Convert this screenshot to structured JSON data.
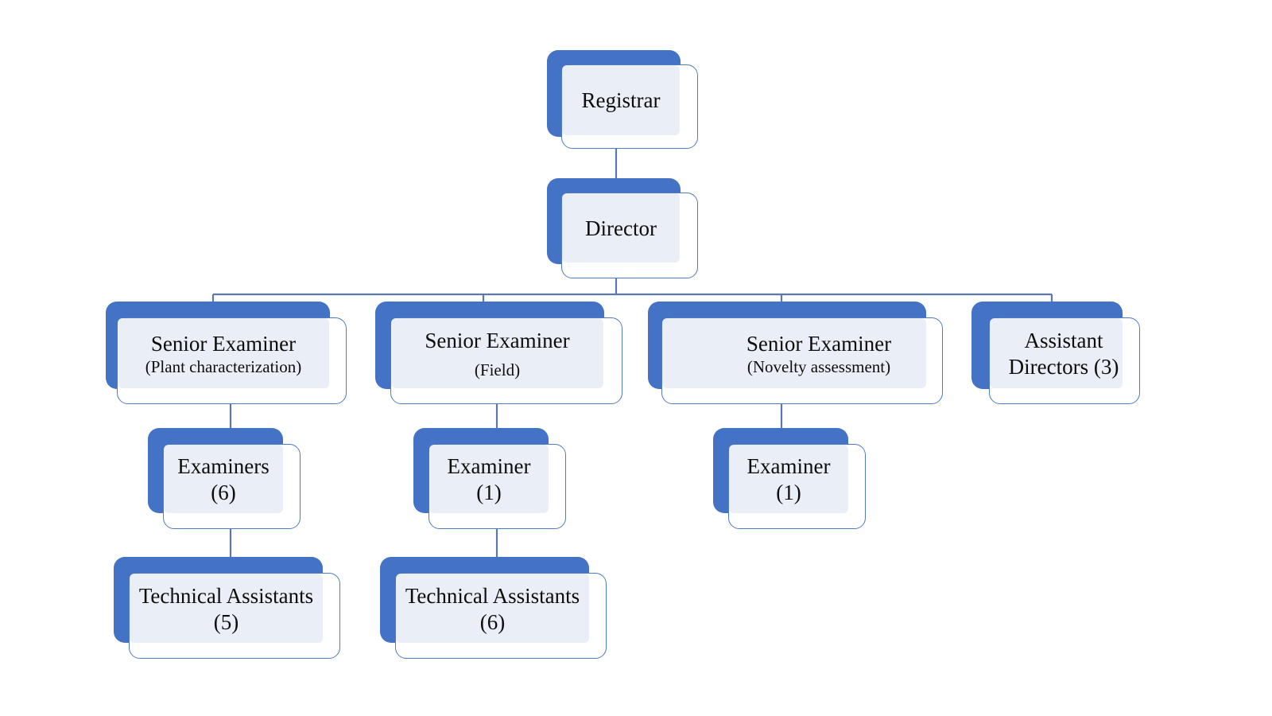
{
  "chart_data": {
    "type": "diagram",
    "diagram_kind": "organization-chart",
    "title": "",
    "colors": {
      "shadow_blue": "#4472C4",
      "box_fill": "#EAEFF7",
      "box_outline": "#4F7AC7",
      "connector": "#5B79A8",
      "text": "#0D0D0D",
      "background": "#FFFFFF"
    },
    "levels": [
      {
        "level": 1,
        "nodes": [
          "Registrar"
        ]
      },
      {
        "level": 2,
        "nodes": [
          "Director"
        ]
      },
      {
        "level": 3,
        "nodes": [
          "Senior Examiner (Plant characterization)",
          "Senior Examiner (Field)",
          "Senior Examiner (Novelty assessment)",
          "Assistant Directors (3)"
        ]
      },
      {
        "level": 4,
        "nodes": [
          "Examiners (6)",
          "Examiner (1)",
          "Examiner (1)"
        ]
      },
      {
        "level": 5,
        "nodes": [
          "Technical Assistants (5)",
          "Technical Assistants (6)"
        ]
      }
    ],
    "edges": [
      {
        "from": "Registrar",
        "to": "Director"
      },
      {
        "from": "Director",
        "to": "Senior Examiner (Plant characterization)"
      },
      {
        "from": "Director",
        "to": "Senior Examiner (Field)"
      },
      {
        "from": "Director",
        "to": "Senior Examiner (Novelty assessment)"
      },
      {
        "from": "Director",
        "to": "Assistant Directors (3)"
      },
      {
        "from": "Senior Examiner (Plant characterization)",
        "to": "Examiners (6)"
      },
      {
        "from": "Senior Examiner (Field)",
        "to": "Examiner (1)"
      },
      {
        "from": "Senior Examiner (Novelty assessment)",
        "to": "Examiner (1)"
      },
      {
        "from": "Examiners (6)",
        "to": "Technical Assistants (5)"
      },
      {
        "from": "Examiner (1)",
        "to": "Technical Assistants (6)"
      }
    ]
  },
  "nodes": {
    "registrar": {
      "line1": "Registrar",
      "line2": ""
    },
    "director": {
      "line1": "Director",
      "line2": ""
    },
    "se_plant": {
      "line1": "Senior Examiner",
      "line2": "(Plant characterization)"
    },
    "se_field": {
      "line1": "Senior Examiner",
      "line2": "(Field)"
    },
    "se_novelty": {
      "line1": "Senior Examiner",
      "line2": "(Novelty assessment)"
    },
    "asst_dir": {
      "line1": "Assistant",
      "line2": "Directors (3)"
    },
    "examiners6": {
      "line1": "Examiners",
      "line2": "(6)"
    },
    "examiner1a": {
      "line1": "Examiner",
      "line2": "(1)"
    },
    "examiner1b": {
      "line1": "Examiner",
      "line2": "(1)"
    },
    "tech5": {
      "line1": "Technical Assistants",
      "line2": "(5)"
    },
    "tech6": {
      "line1": "Technical Assistants",
      "line2": "(6)"
    }
  }
}
